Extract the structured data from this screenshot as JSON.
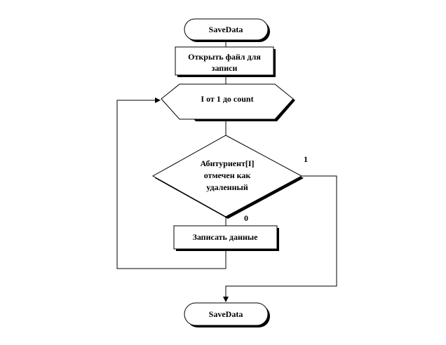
{
  "diagram": {
    "start_terminal": {
      "label": "SaveData"
    },
    "open_file_process": {
      "line1": "Открыть файл для",
      "line2": "записи"
    },
    "loop": {
      "label": "I от 1 до count"
    },
    "decision": {
      "line1": "Абитуриент[I]",
      "line2": "отмечен как",
      "line3": "удаленный"
    },
    "branch_yes": {
      "label": "1"
    },
    "branch_no": {
      "label": "0"
    },
    "write_process": {
      "label": "Записать данные"
    },
    "end_terminal": {
      "label": "SaveData"
    }
  }
}
